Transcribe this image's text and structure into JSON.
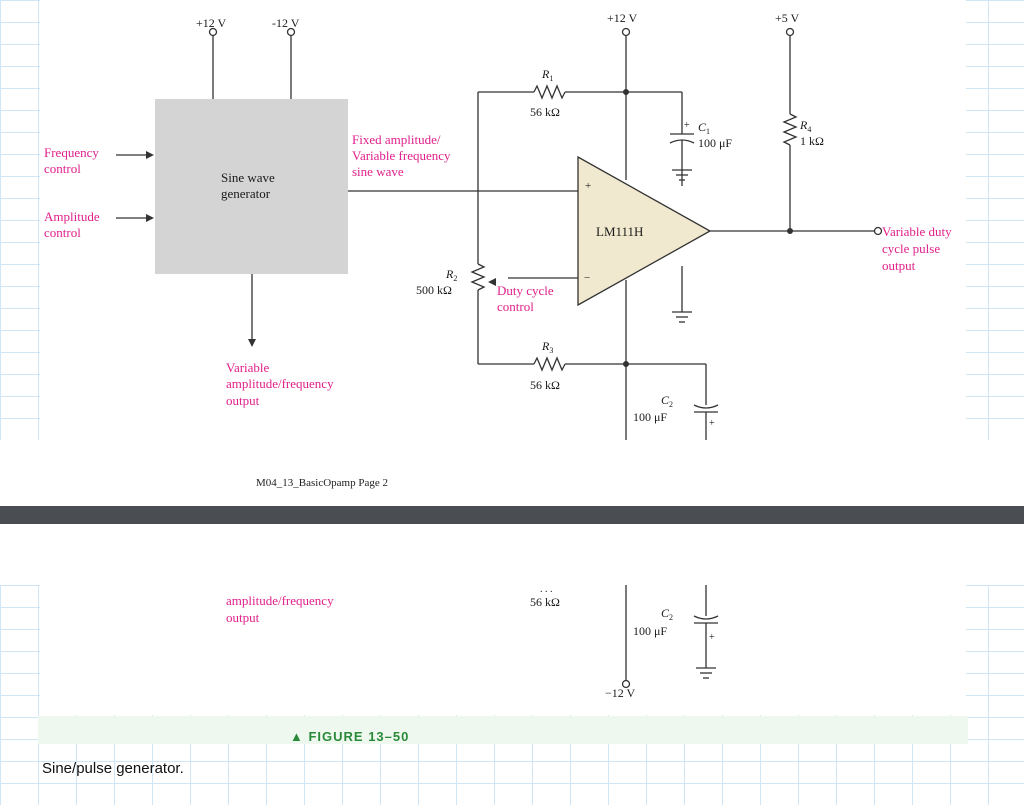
{
  "top": {
    "supply_plus12": "+12 V",
    "supply_minus12": "-12 V",
    "supply_plus12_op": "+12 V",
    "supply_plus5": "+5 V",
    "frequency_control": [
      "Frequency",
      "control"
    ],
    "amplitude_control": [
      "Amplitude",
      "control"
    ],
    "generator": [
      "Sine wave",
      "generator"
    ],
    "fixed_amplitude": [
      "Fixed amplitude/",
      "Variable frequency",
      "sine wave"
    ],
    "r1_name": "R",
    "r1_sub": "1",
    "r1_value": "56 kΩ",
    "r2_name": "R",
    "r2_sub": "2",
    "r2_value": "500 kΩ",
    "duty_cycle": [
      "Duty cycle",
      "control"
    ],
    "r3_name": "R",
    "r3_sub": "3",
    "r3_value": "56 kΩ",
    "c1_name": "C",
    "c1_sub": "1",
    "c1_value": "100 μF",
    "r4_name": "R",
    "r4_sub": "4",
    "r4_value": "1 kΩ",
    "opamp": "LM111H",
    "plus_sign": "+",
    "minus_sign": "−",
    "variable_output": [
      "Variable duty",
      "cycle pulse",
      "output"
    ],
    "vaf_output": [
      "Variable",
      "amplitude/frequency",
      "output"
    ],
    "c2_name": "C",
    "c2_sub": "2",
    "c2_value": "100 μF"
  },
  "footer_text": "M04_13_BasicOpamp Page 2",
  "bottom": {
    "amp_freq": [
      "amplitude/frequency",
      "output"
    ],
    "r3_value": "56 kΩ",
    "c2_name": "C",
    "c2_sub": "2",
    "c2_value": "100 μF",
    "supply_minus12": "−12 V"
  },
  "figure_label": "▲ FIGURE 13–50",
  "caption": "Sine/pulse generator.",
  "colors": {
    "label_magenta": "#e0208a",
    "block_gray": "#d4d4d4",
    "opamp_fill": "#f1e9cf",
    "figure_green": "#2a8a3a"
  }
}
